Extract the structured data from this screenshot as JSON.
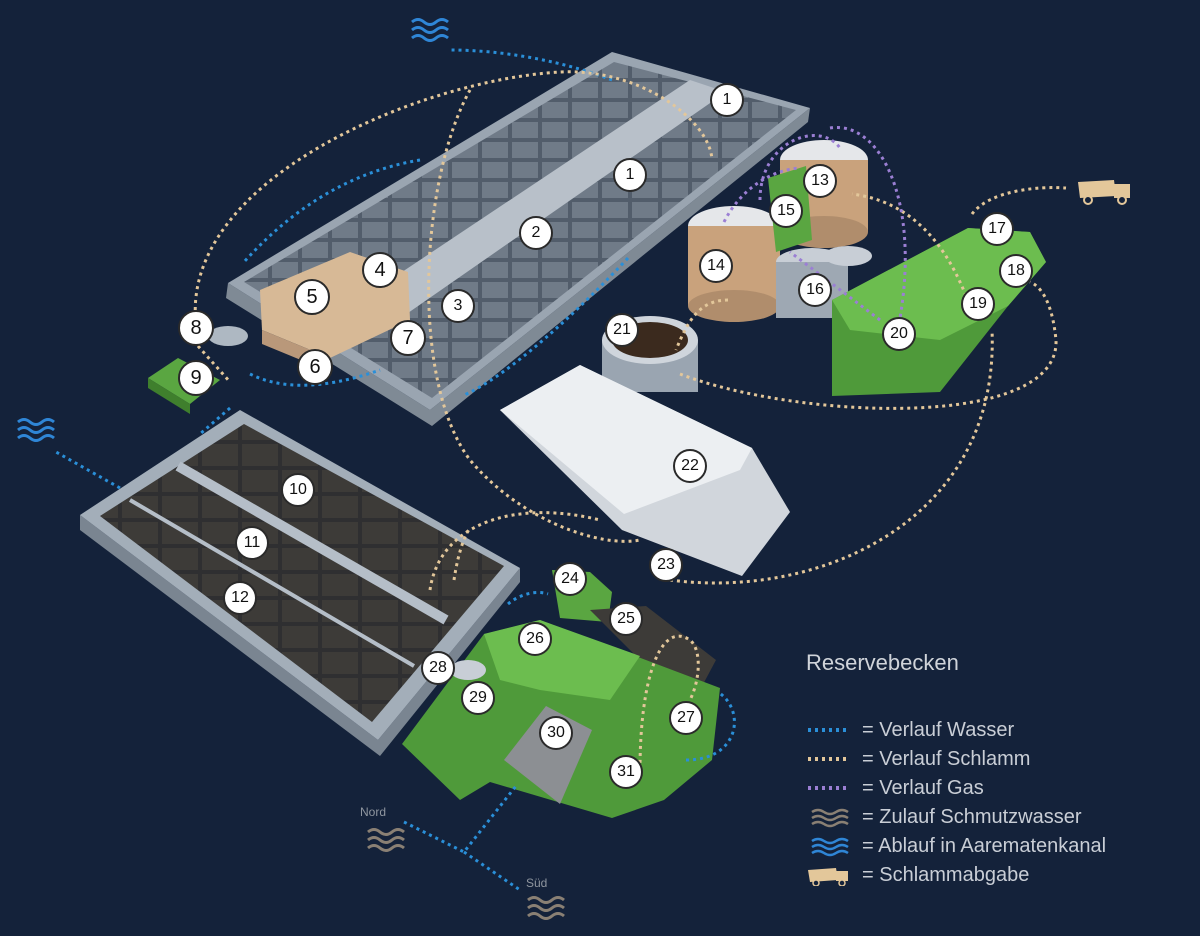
{
  "legend": {
    "title": "Reservebecken",
    "items": [
      {
        "icon": "blue-dotted-line-icon",
        "color": "#2a8fd8",
        "label": "= Verlauf Wasser"
      },
      {
        "icon": "beige-dotted-line-icon",
        "color": "#e3c79a",
        "label": "= Verlauf Schlamm"
      },
      {
        "icon": "purple-dotted-line-icon",
        "color": "#9b7fd4",
        "label": "= Verlauf Gas"
      },
      {
        "icon": "grey-waves-icon",
        "color": "#8a8074",
        "label": "= Zulauf Schmutzwasser"
      },
      {
        "icon": "blue-waves-icon",
        "color": "#2f86d6",
        "label": "= Ablauf in Aarematenkanal"
      },
      {
        "icon": "truck-icon",
        "color": "#e3c79a",
        "label": "= Schlammabgabe"
      }
    ]
  },
  "compass": {
    "north": "Nord",
    "south": "Süd"
  },
  "markers": [
    "1",
    "1",
    "2",
    "3",
    "4",
    "5",
    "6",
    "7",
    "8",
    "9",
    "10",
    "11",
    "12",
    "13",
    "14",
    "15",
    "16",
    "17",
    "18",
    "19",
    "20",
    "21",
    "22",
    "23",
    "24",
    "25",
    "26",
    "27",
    "28",
    "29",
    "30",
    "31"
  ],
  "colors": {
    "background": "#14223a",
    "water": "#2a8fd8",
    "sludge": "#e3c79a",
    "gas": "#9b7fd4",
    "green_building": "#4f9a3a",
    "tank": "#c9a27c"
  }
}
